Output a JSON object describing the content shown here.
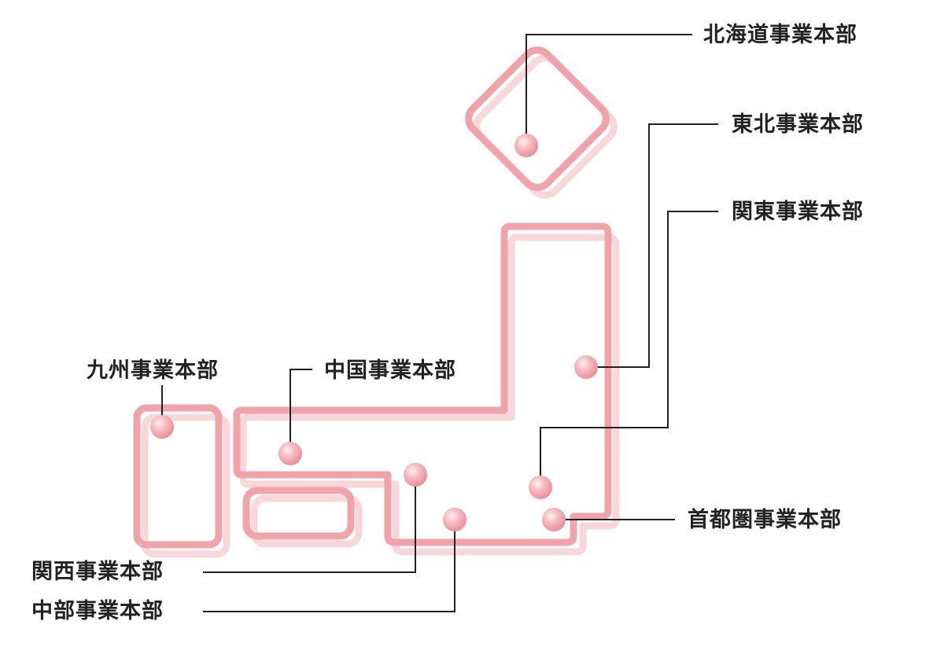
{
  "labels": {
    "hokkaido": "北海道事業本部",
    "tohoku": "東北事業本部",
    "kanto": "関東事業本部",
    "kyushu": "九州事業本部",
    "chugoku": "中国事業本部",
    "shutoken": "首都圏事業本部",
    "kansai": "関西事業本部",
    "chubu": "中部事業本部"
  },
  "colors": {
    "outline": "#f0a3a8",
    "shadow": "#f8d7da",
    "marker_light": "#fde8ea",
    "marker_dark": "#ec8e97",
    "line": "#222222"
  }
}
